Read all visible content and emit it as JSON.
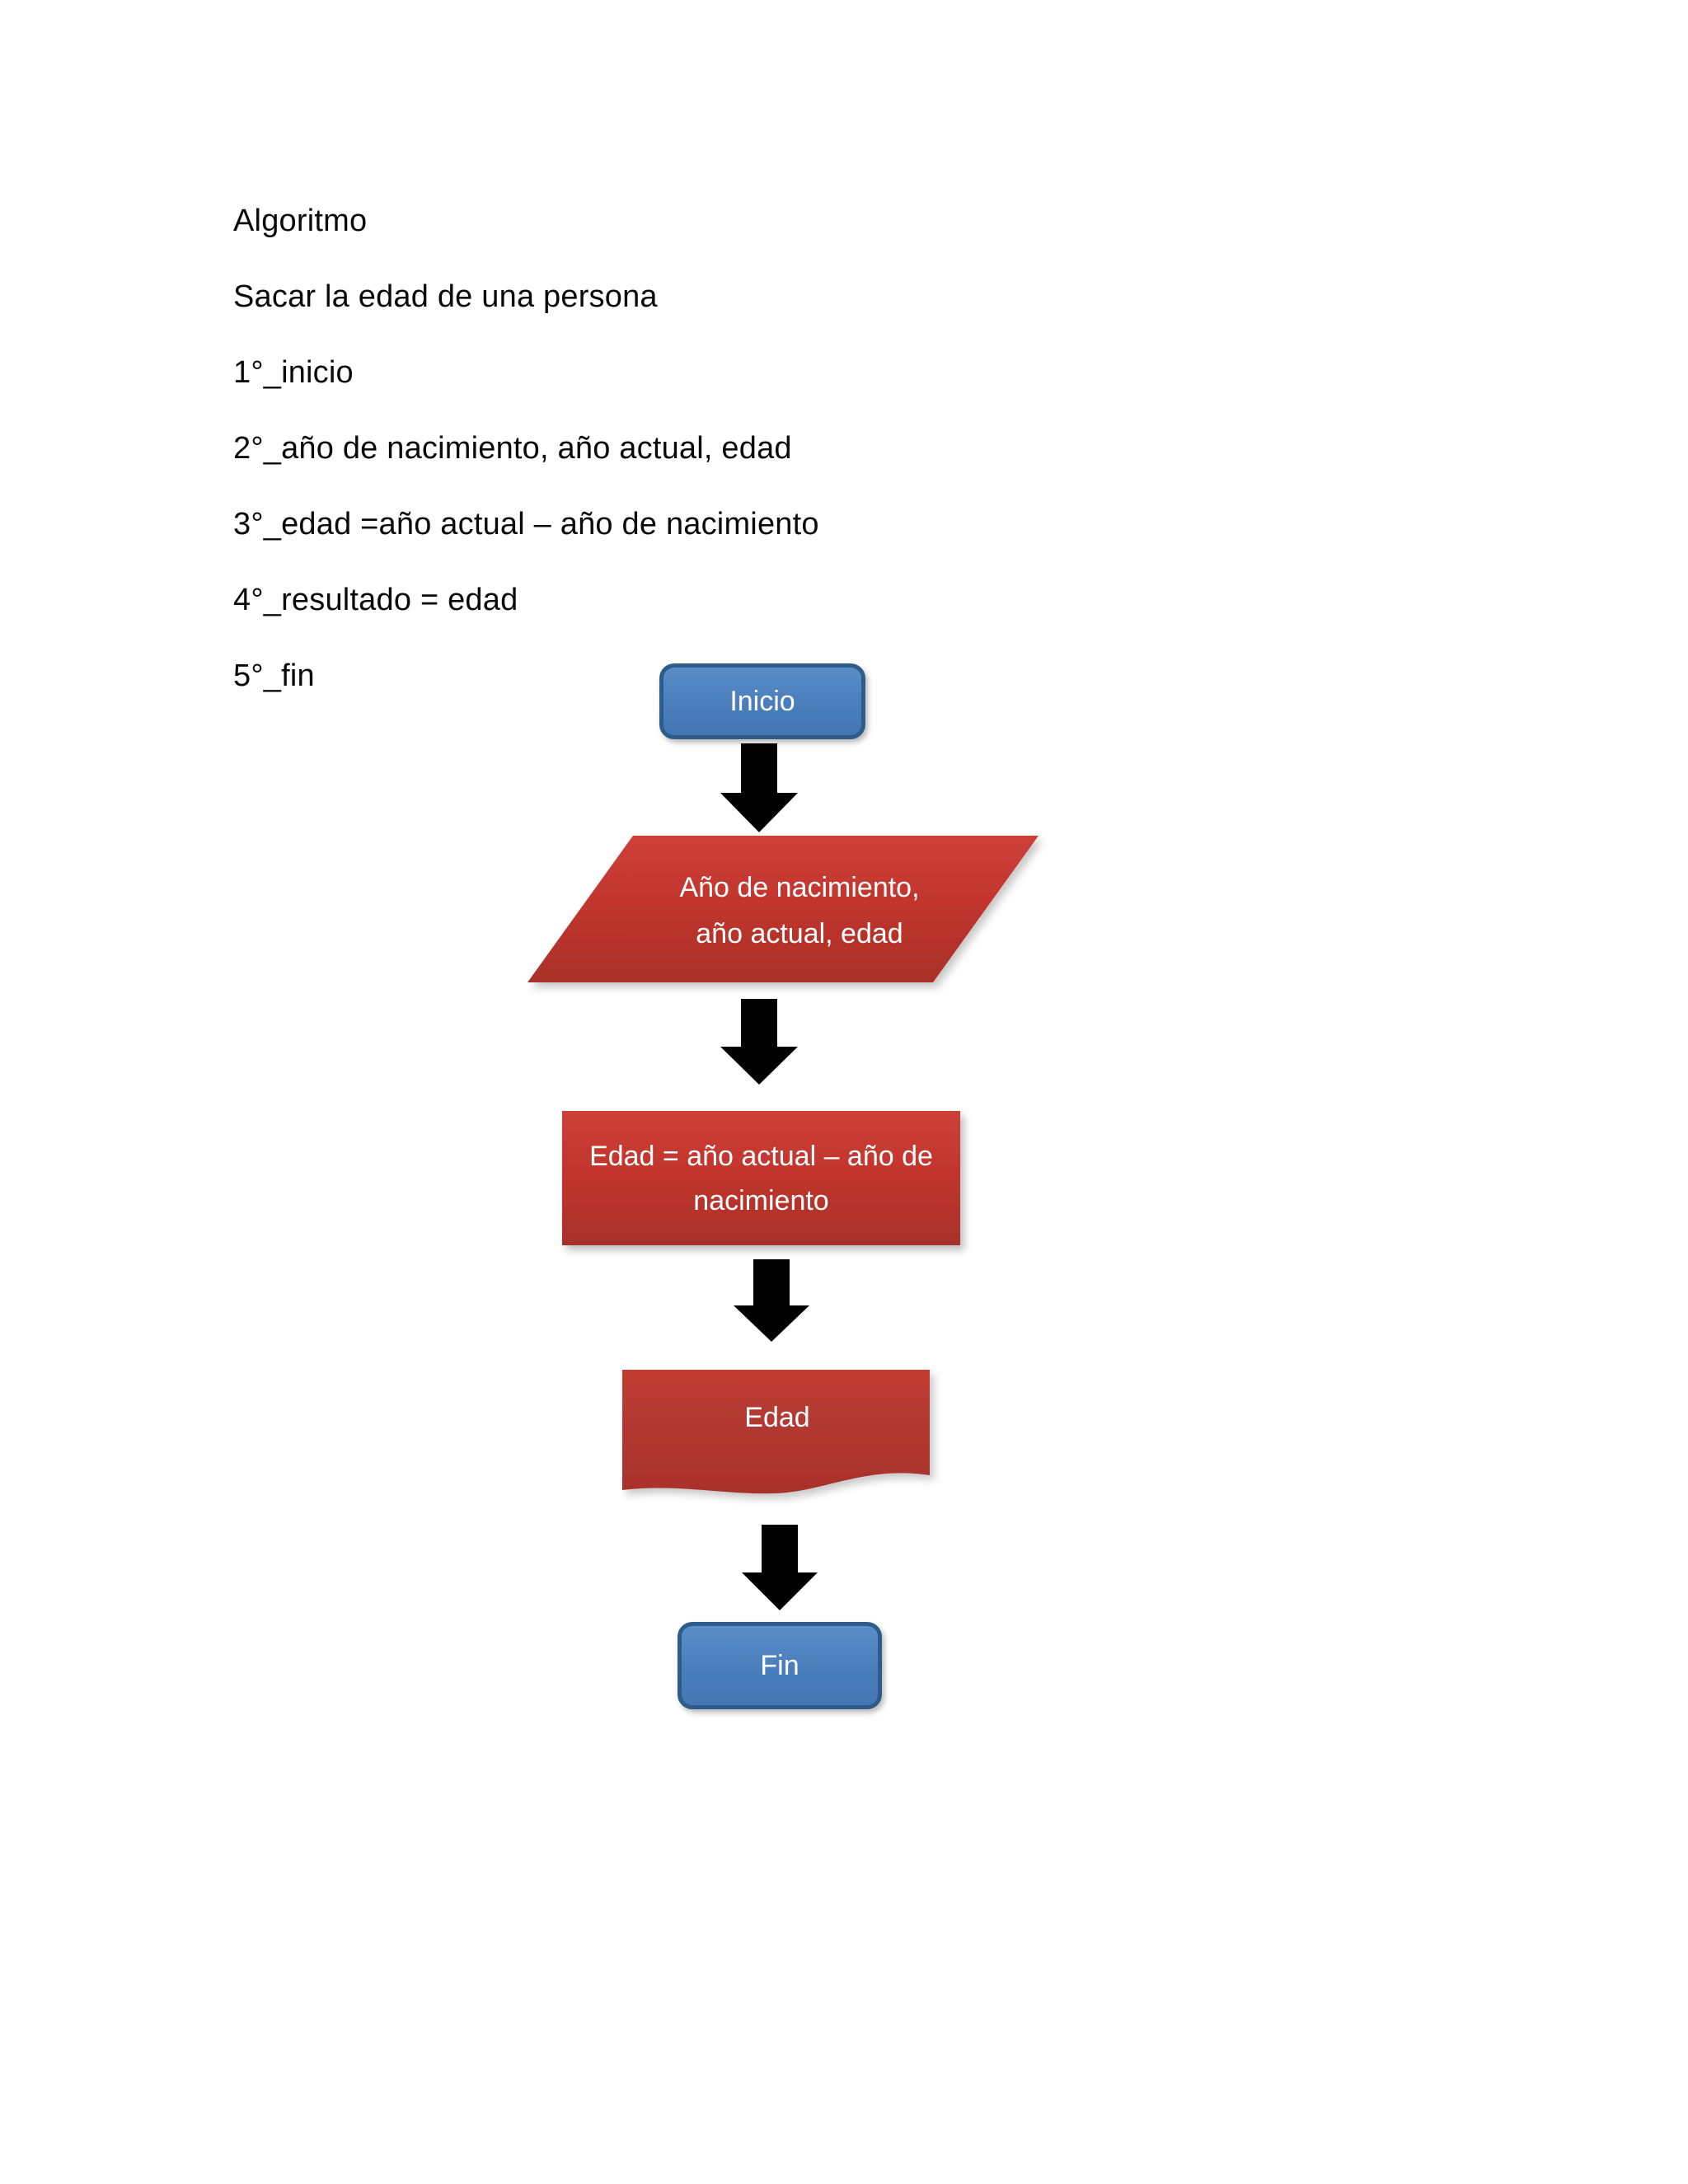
{
  "document": {
    "background_color": "#ffffff",
    "text_color": "#0a0a0a"
  },
  "algorithm_text": {
    "lines": [
      "Algoritmo",
      "Sacar la edad de una persona",
      "1°_inicio",
      "2°_año de nacimiento, año actual, edad",
      "3°_edad =año actual – año de nacimiento",
      "4°_resultado = edad",
      "5°_fin"
    ]
  },
  "flowchart": {
    "colors": {
      "terminator_fill": "#4A7EBB",
      "terminator_fill_light": "#5A8DC8",
      "terminator_border": "#2E5C8A",
      "process_fill_top": "#CC4039",
      "process_fill_bottom": "#A8312B",
      "connector": "#000000",
      "node_text": "#ffffff"
    },
    "nodes": [
      {
        "id": "inicio",
        "shape": "terminator",
        "label": "Inicio"
      },
      {
        "id": "entrada",
        "shape": "parallelogram",
        "label": "Año de nacimiento,\naño actual, edad"
      },
      {
        "id": "proceso",
        "shape": "process",
        "label": "Edad = año actual – año de\nnacimiento"
      },
      {
        "id": "salida",
        "shape": "document",
        "label": "Edad"
      },
      {
        "id": "fin",
        "shape": "terminator",
        "label": "Fin"
      }
    ],
    "connectors": [
      {
        "id": "c1",
        "from": "inicio",
        "to": "entrada",
        "type": "down-arrow"
      },
      {
        "id": "c2",
        "from": "entrada",
        "to": "proceso",
        "type": "down-arrow"
      },
      {
        "id": "c3",
        "from": "proceso",
        "to": "salida",
        "type": "down-arrow"
      },
      {
        "id": "c4",
        "from": "salida",
        "to": "fin",
        "type": "down-arrow"
      }
    ]
  }
}
